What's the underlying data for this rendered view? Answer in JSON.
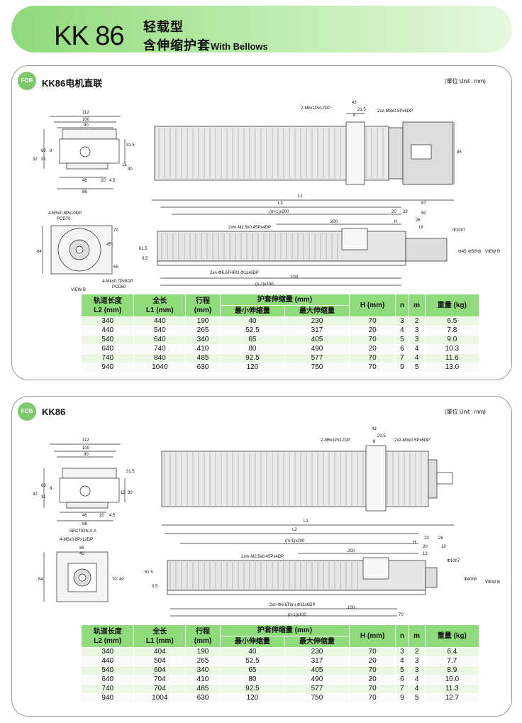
{
  "header": {
    "model": "KK 86",
    "line1": "轻载型",
    "line2_cn": "含伸缩护套",
    "line2_en": "With Bellows"
  },
  "sections": [
    {
      "badge": "FOB",
      "title": "KK86电机直联",
      "unit": "(單位 Unit : mm)",
      "drawing": {
        "front": {
          "w112": "112",
          "w100": "100",
          "w90": "90",
          "w46": "46",
          "w20": "20",
          "w4_5": "4.5",
          "w86": "86",
          "h68": "68",
          "h32": "32",
          "h31": "31",
          "h8": "8",
          "h31_5": "31.5",
          "h15": "15",
          "h30": "30"
        },
        "top": {
          "d43": "43",
          "d21_5": "21.5",
          "d8": "8",
          "tap1": "2-M6x1Px12DP",
          "tap2": "2x2-M3x0.5Px6DP",
          "h85": "85"
        },
        "end": {
          "tap": "4-M5x0.8Px10DP",
          "pcd1": "PCD70",
          "tap2": "4-M4x0.7Px8DP",
          "pcd2": "PCD60",
          "h64": "64",
          "h70": "70",
          "h55": "55",
          "view": "VIEW  B",
          "angle": "45°"
        },
        "side": {
          "l1": "L1",
          "l2": "L2",
          "d87": "87",
          "m200": "(m-1)x200",
          "d20": "20",
          "d23": "23",
          "d200": "200",
          "d50": "50",
          "d28": "28",
          "d18": "18",
          "tap": "2xm-M2.5x0.45Px4DP",
          "h": "H",
          "phi10": "Φ10h7",
          "phi45": "Φ45",
          "phi65": "Φ50h8",
          "hole": "2xn-Φ6.6THRU,Φ11x6DP",
          "d100": "100",
          "n100": "(n-1)x100",
          "h61_5": "61.5",
          "h0_5": "0.5",
          "view": "VIEW B"
        }
      },
      "table": {
        "headers": {
          "h1": "轨道长度\nL2 (mm)",
          "h2": "全长\nL1 (mm)",
          "h3": "行程\n(mm)",
          "h4": "护套伸缩量 (mm)",
          "h4a": "最小伸缩量",
          "h4b": "最大伸缩量",
          "h5": "H (mm)",
          "h6": "n",
          "h7": "m",
          "h8": "重量 (kg)"
        },
        "rows": [
          [
            "340",
            "440",
            "190",
            "40",
            "230",
            "70",
            "3",
            "2",
            "6.5"
          ],
          [
            "440",
            "540",
            "265",
            "52.5",
            "317",
            "20",
            "4",
            "3",
            "7.8"
          ],
          [
            "540",
            "640",
            "340",
            "65",
            "405",
            "70",
            "5",
            "3",
            "9.0"
          ],
          [
            "640",
            "740",
            "410",
            "80",
            "490",
            "20",
            "6",
            "4",
            "10.3"
          ],
          [
            "740",
            "840",
            "485",
            "92.5",
            "577",
            "70",
            "7",
            "4",
            "11.6"
          ],
          [
            "940",
            "1040",
            "630",
            "120",
            "750",
            "70",
            "9",
            "5",
            "13.0"
          ]
        ]
      }
    },
    {
      "badge": "FOB",
      "title": "KK86",
      "unit": "(單位 Unit : mm)",
      "drawing": {
        "front": {
          "w112": "112",
          "w100": "100",
          "w90": "90",
          "w46": "46",
          "w20": "20",
          "w4_5": "4.5",
          "w86": "86",
          "h68": "68",
          "h32": "32",
          "h31": "31",
          "h8": "8",
          "h31_5": "31.5",
          "h15": "15",
          "h30": "30",
          "section": "SECTION A-A"
        },
        "top": {
          "d43": "43",
          "d21_5": "21.5",
          "d8": "8",
          "tap1": "2-M6x1Px12DP",
          "tap2": "2x2-M3x0.5Px6DP"
        },
        "end": {
          "tap": "4-M5x0.8Px12DP",
          "d85": "85",
          "d40": "40",
          "h64": "64",
          "h70": "70",
          "h40": "40"
        },
        "side": {
          "l1": "L1",
          "l2": "L2",
          "m200": "(m-1)x200",
          "d23": "23",
          "d28": "28",
          "d20": "20",
          "d18": "18",
          "d13": "13",
          "d200": "200",
          "tap": "2xm-M2.5x0.45Px4DP",
          "h": "H",
          "phi10": "Φ10h7",
          "phi40": "Φ40h8",
          "hole": "2xn-Φ6.6Thru,Φ11x6DP",
          "d100": "100",
          "n100": "(n-1)x100",
          "d70": "70",
          "h61_5": "61.5",
          "h0_5": "0.5",
          "view": "VIEW B"
        }
      },
      "table": {
        "headers": {
          "h1": "轨道长度\nL2 (mm)",
          "h2": "全长\nL1 (mm)",
          "h3": "行程\n(mm)",
          "h4": "护套伸缩量 (mm)",
          "h4a": "最小伸缩量",
          "h4b": "最大伸缩量",
          "h5": "H (mm)",
          "h6": "n",
          "h7": "m",
          "h8": "重量 (kg)"
        },
        "rows": [
          [
            "340",
            "404",
            "190",
            "40",
            "230",
            "70",
            "3",
            "2",
            "6.4"
          ],
          [
            "440",
            "504",
            "265",
            "52.5",
            "317",
            "20",
            "4",
            "3",
            "7.7"
          ],
          [
            "540",
            "604",
            "340",
            "65",
            "405",
            "70",
            "5",
            "3",
            "8.9"
          ],
          [
            "640",
            "704",
            "410",
            "80",
            "490",
            "20",
            "6",
            "4",
            "10.0"
          ],
          [
            "740",
            "704",
            "485",
            "92.5",
            "577",
            "70",
            "7",
            "4",
            "11.3"
          ],
          [
            "940",
            "1004",
            "630",
            "120",
            "750",
            "70",
            "9",
            "5",
            "12.7"
          ]
        ]
      }
    }
  ]
}
